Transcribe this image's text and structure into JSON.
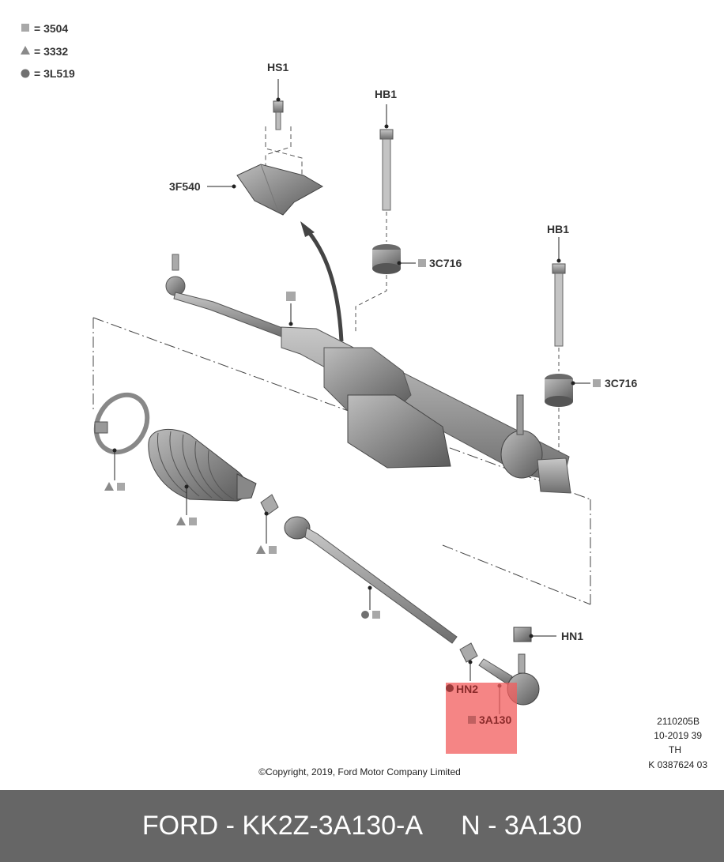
{
  "legend": [
    {
      "symbol": "square-icon",
      "text": "= 3504"
    },
    {
      "symbol": "triangle-icon",
      "text": "= 3332"
    },
    {
      "symbol": "circle-icon",
      "text": "= 3L519"
    }
  ],
  "labels": {
    "hs1": "HS1",
    "hb1_top": "HB1",
    "hb1_right": "HB1",
    "shield": "3F540",
    "bushing_top": "3C716",
    "bushing_right": "3C716",
    "hn1": "HN1",
    "hn2": "HN2",
    "tie_rod_end": "3A130"
  },
  "doc_info": [
    "2110205B",
    "10-2019 39",
    "TH",
    "K 0387624 03"
  ],
  "copyright": "©Copyright, 2019, Ford Motor Company Limited",
  "footer": {
    "part": "FORD - KK2Z-3A130-A",
    "name": "N - 3A130"
  },
  "colors": {
    "highlight": "#f25c5c",
    "footer_bg": "#666666",
    "symbol_gray": "#a8a8a8",
    "part_gray": "#9a9a9a"
  }
}
